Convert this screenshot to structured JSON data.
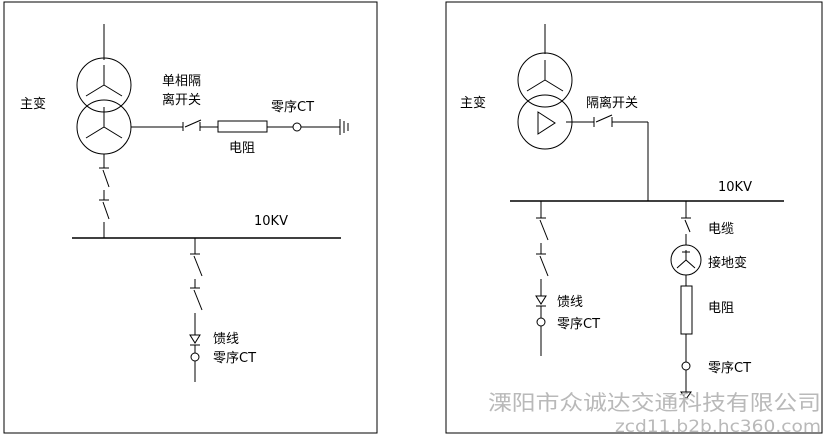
{
  "left_diagram": {
    "main_transformer": "主变",
    "single_phase_isolator": [
      "单相隔",
      "离开关"
    ],
    "resistor": "电阻",
    "zero_sequence_ct": "零序CT",
    "busbar": "10KV",
    "feeder": "馈线",
    "feeder_zero_sequence_ct": "零序CT"
  },
  "right_diagram": {
    "main_transformer": "主变",
    "isolator": "隔离开关",
    "busbar": "10KV",
    "cable": "电缆",
    "grounding_transformer": "接地变",
    "resistor": "电阻",
    "zero_sequence_ct": "零序CT",
    "feeder": "馈线",
    "feeder_zero_sequence_ct": "零序CT"
  },
  "watermark": {
    "company": "溧阳市众诚达交通科技有限公司",
    "site": "zcd11.b2b.hc360.com"
  }
}
